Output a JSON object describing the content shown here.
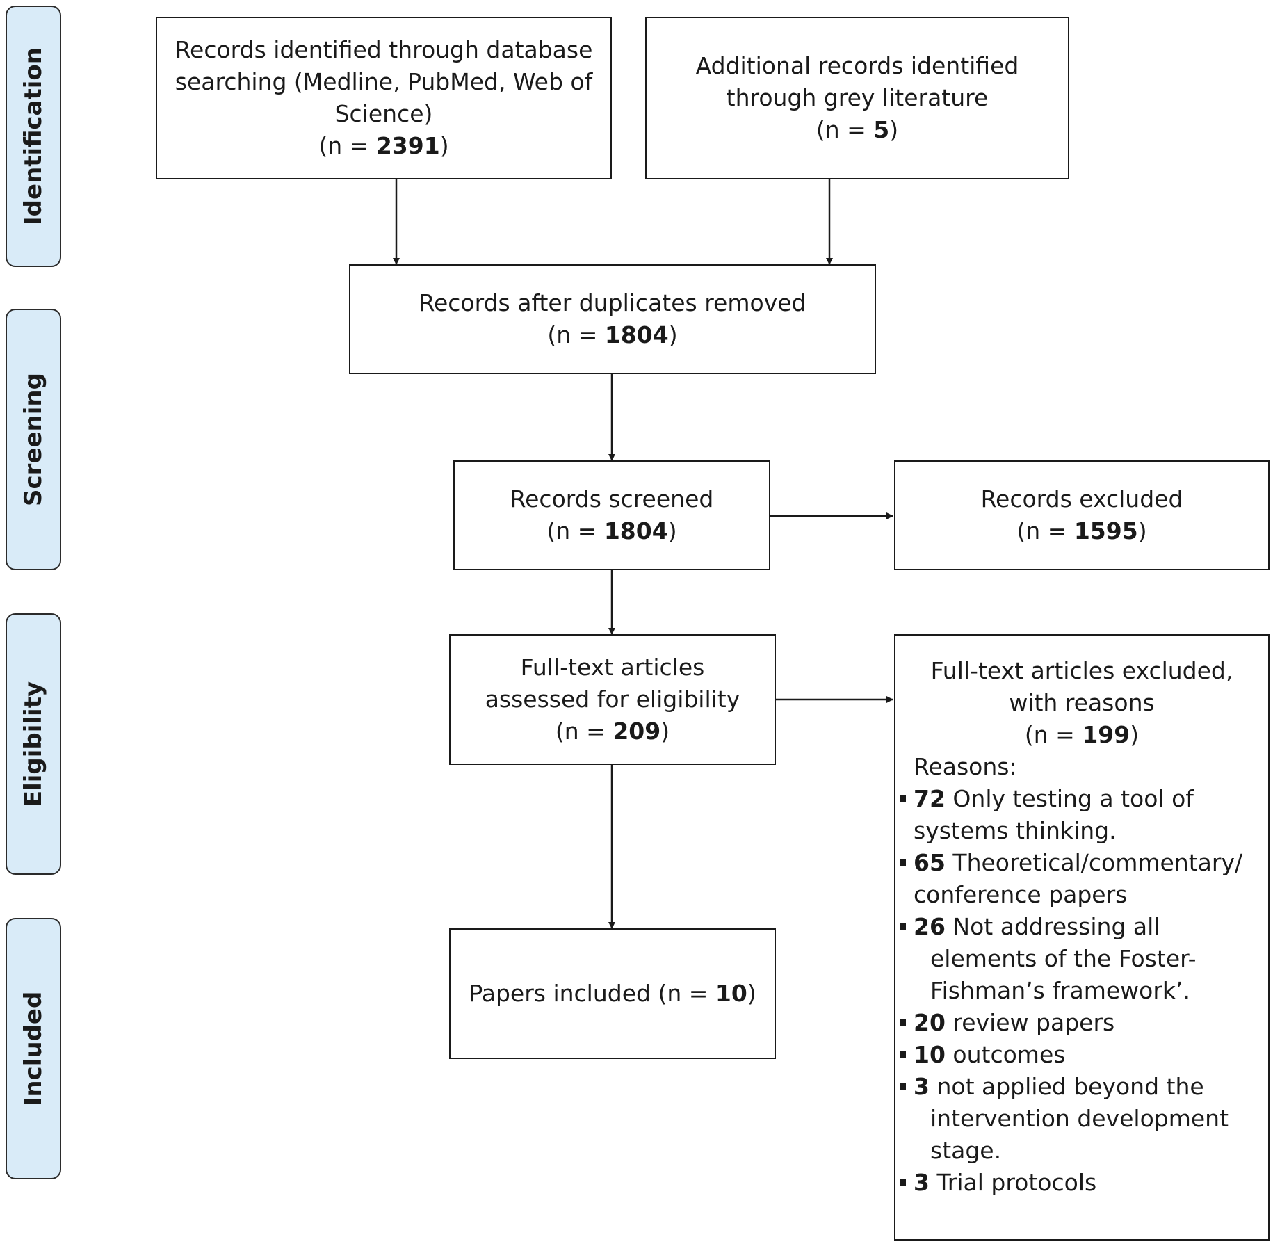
{
  "stages": [
    {
      "label": "Identification"
    },
    {
      "label": "Screening"
    },
    {
      "label": "Eligibility"
    },
    {
      "label": "Included"
    }
  ],
  "boxes": {
    "database": {
      "text": "Records identified through database searching (Medline, PubMed, Web of Science)",
      "n_prefix": "(n = ",
      "n": "2391",
      "n_suffix": ")"
    },
    "grey": {
      "text": "Additional records identified through grey literature",
      "n_prefix": "(n = ",
      "n": "5",
      "n_suffix": ")"
    },
    "duplicates": {
      "text": "Records after duplicates removed",
      "n_prefix": "(n = ",
      "n": "1804",
      "n_suffix": ")"
    },
    "screened": {
      "text": "Records screened",
      "n_prefix": "(n = ",
      "n": "1804",
      "n_suffix": ")"
    },
    "excluded": {
      "text": "Records excluded",
      "n_prefix": "(n = ",
      "n": "1595",
      "n_suffix": ")"
    },
    "fulltext": {
      "text": "Full-text articles assessed for eligibility",
      "n_prefix": "(n = ",
      "n": "209",
      "n_suffix": ")"
    },
    "included": {
      "text": "Papers included (n = ",
      "n": "10",
      "n_suffix": ")"
    }
  },
  "fulltext_excluded": {
    "title": "Full-text articles excluded, with reasons",
    "n_prefix": "(n = ",
    "n": "199",
    "n_suffix": ")",
    "reasons_label": "Reasons:",
    "reasons": [
      {
        "count": "72",
        "text": " Only testing a tool of systems thinking."
      },
      {
        "count": "65",
        "text": " Theoretical/commentary/ conference papers"
      },
      {
        "count": "26",
        "text": " Not addressing all elements of the Foster-Fishman’s framework’."
      },
      {
        "count": "20",
        "text": " review papers"
      },
      {
        "count": "10",
        "text": " outcomes"
      },
      {
        "count": "3",
        "text": " not applied beyond the intervention development stage."
      },
      {
        "count": "3",
        "text": " Trial protocols"
      }
    ]
  }
}
